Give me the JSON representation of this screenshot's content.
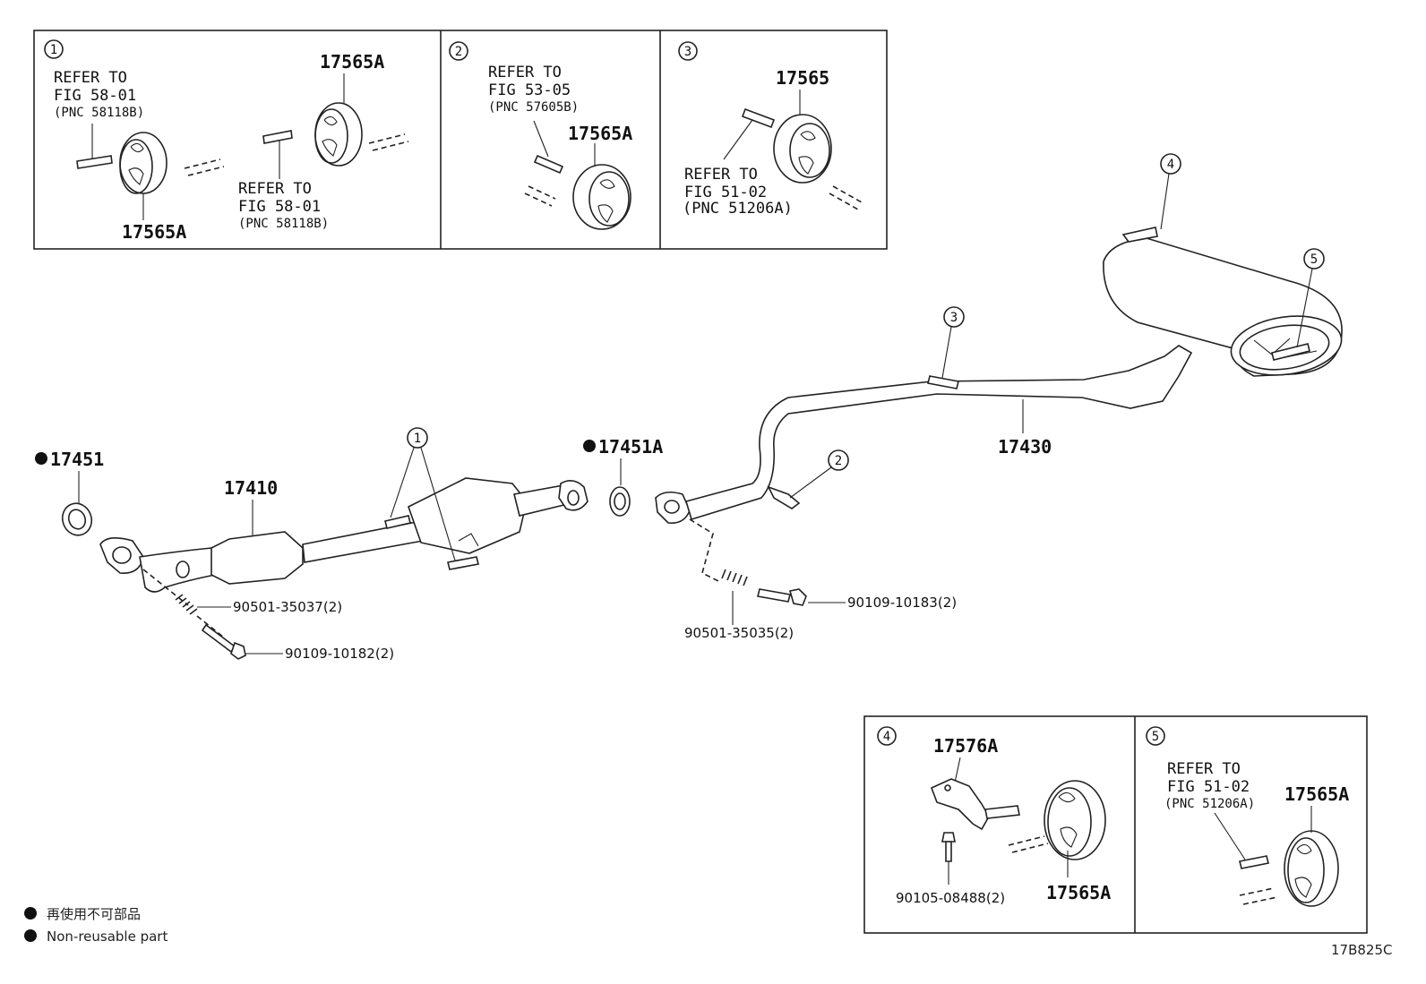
{
  "diagram_code": "17B825C",
  "legend": {
    "line1": "再使用不可部品",
    "line2": "Non-reusable part"
  },
  "top_panels": {
    "p1": {
      "marker": "1",
      "refer_left": [
        "REFER TO",
        "FIG 58-01",
        "(PNC 58118B)"
      ],
      "refer_mid": [
        "REFER TO",
        "FIG 58-01",
        "(PNC 58118B)"
      ],
      "part_top": "17565A",
      "part_bottom": "17565A"
    },
    "p2": {
      "marker": "2",
      "refer": [
        "REFER TO",
        "FIG 53-05",
        "(PNC 57605B)"
      ],
      "part": "17565A"
    },
    "p3": {
      "marker": "3",
      "refer": [
        "REFER TO",
        "FIG 51-02",
        "(PNC 51206A)"
      ],
      "part": "17565"
    }
  },
  "bottom_panels": {
    "p4": {
      "marker": "4",
      "part_bracket": "17576A",
      "part_bolt": "90105-08488(2)",
      "part_hanger": "17565A"
    },
    "p5": {
      "marker": "5",
      "refer": [
        "REFER TO",
        "FIG 51-02",
        "(PNC 51206A)"
      ],
      "part": "17565A"
    }
  },
  "main": {
    "gasket_front": "17451",
    "front_pipe": "17410",
    "gasket_center": "17451A",
    "tail_pipe": "17430",
    "spring_front": "90501-35037(2)",
    "bolt_front": "90109-10182(2)",
    "spring_rear": "90501-35035(2)",
    "bolt_rear": "90109-10183(2)",
    "callouts": [
      "1",
      "2",
      "3",
      "4",
      "5"
    ]
  }
}
